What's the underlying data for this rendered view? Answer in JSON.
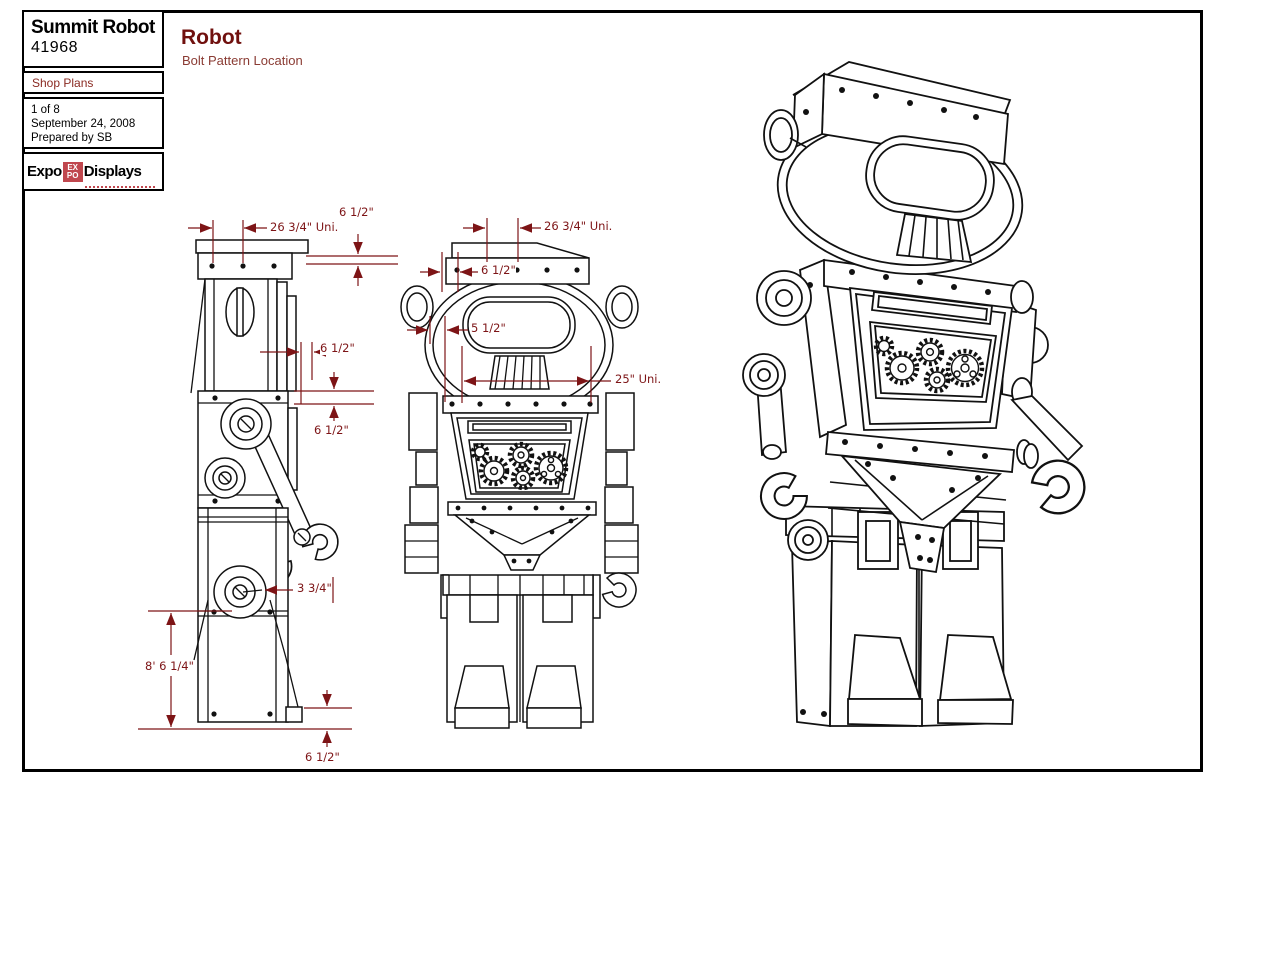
{
  "colors": {
    "line": "#000000",
    "dimension": "#7d1416",
    "title_red": "#70100e",
    "subtitle_red": "#8a3b33",
    "doc_type_red": "#8a2a22",
    "logo_red": "#c0474e"
  },
  "title_block": {
    "product_name": "Summit Robot",
    "product_number": "41968",
    "doc_type": "Shop Plans",
    "page_info": "1 of 8",
    "date": "September 24, 2008",
    "prepared_by": "Prepared by SB",
    "logo": {
      "word_left": "Expo",
      "mark_top": "EX",
      "mark_bottom": "PO",
      "word_right": "Displays"
    }
  },
  "header": {
    "title": "Robot",
    "subtitle": "Bolt Pattern Location"
  },
  "dimensions": {
    "side_view": {
      "top_width": "26 3/4\" Uni.",
      "top_plate_thickness": "6 1/2\"",
      "head_depth": "6 1/2\"",
      "neck_gap": "6 1/2\"",
      "hip_offset": "3 3/4\"",
      "overall_height": "8' 6 1/4\"",
      "base_height": "6 1/2\""
    },
    "front_view": {
      "top_width": "26 3/4\" Uni.",
      "band_inset": "6 1/2\"",
      "side_inset": "5 1/2\"",
      "shoulder_width": "25\" Uni."
    }
  }
}
